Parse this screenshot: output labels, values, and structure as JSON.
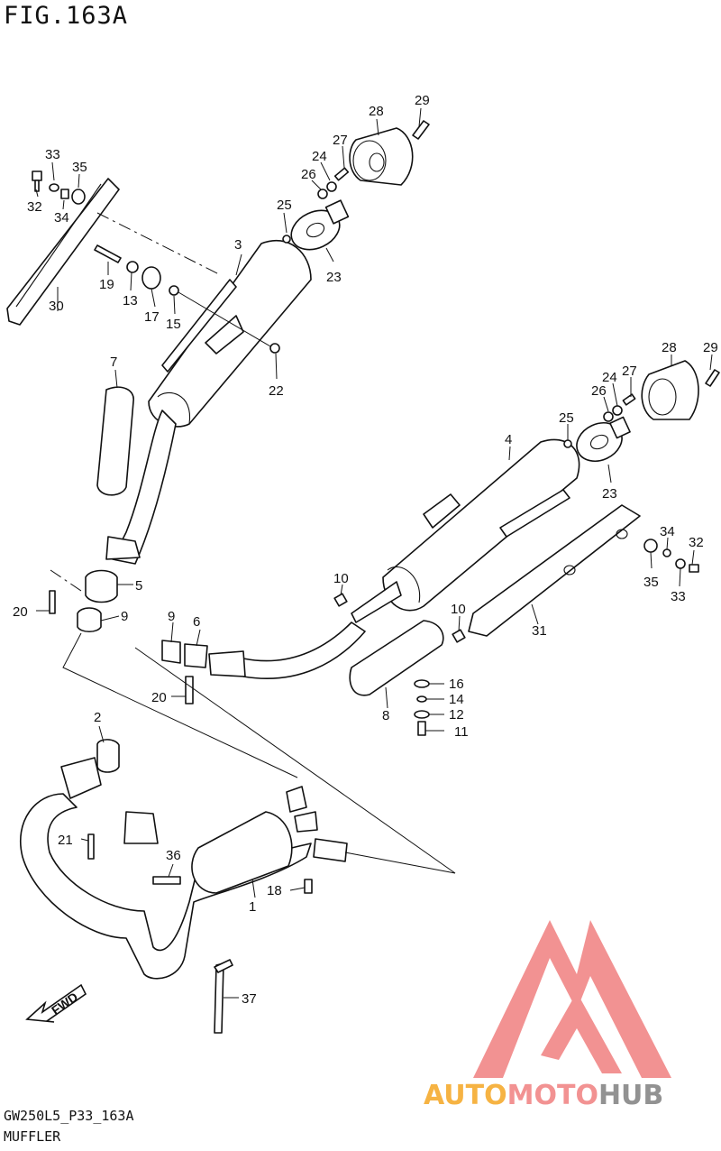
{
  "figure": {
    "title": "FIG.163A"
  },
  "footer": {
    "code": "GW250L5_P33_163A",
    "name": "MUFFLER"
  },
  "watermark": {
    "text_auto": "AUTO",
    "text_moto": "MOTO",
    "text_hub": "HUB",
    "color_orange": "#f5a623",
    "color_red": "#f08080",
    "color_gray": "#808080"
  },
  "callouts": {
    "c29a": "29",
    "c28a": "28",
    "c27a": "27",
    "c24a": "24",
    "c26a": "26",
    "c25a": "25",
    "c23a": "23",
    "c3": "3",
    "c33a": "33",
    "c35a": "35",
    "c32a": "32",
    "c34a": "34",
    "c30": "30",
    "c19": "19",
    "c13": "13",
    "c17": "17",
    "c15": "15",
    "c22": "22",
    "c7": "7",
    "c5": "5",
    "c20a": "20",
    "c9a": "9",
    "c29b": "29",
    "c28b": "28",
    "c27b": "27",
    "c24b": "24",
    "c26b": "26",
    "c25b": "25",
    "c23b": "23",
    "c4": "4",
    "c34b": "34",
    "c32b": "32",
    "c35b": "35",
    "c33b": "33",
    "c31": "31",
    "c10a": "10",
    "c10b": "10",
    "c9b": "9",
    "c6": "6",
    "c20b": "20",
    "c16": "16",
    "c14": "14",
    "c12": "12",
    "c11": "11",
    "c8": "8",
    "c2": "2",
    "c21": "21",
    "c36": "36",
    "c18": "18",
    "c1": "1",
    "c37": "37"
  },
  "fwd_label": "FWD"
}
